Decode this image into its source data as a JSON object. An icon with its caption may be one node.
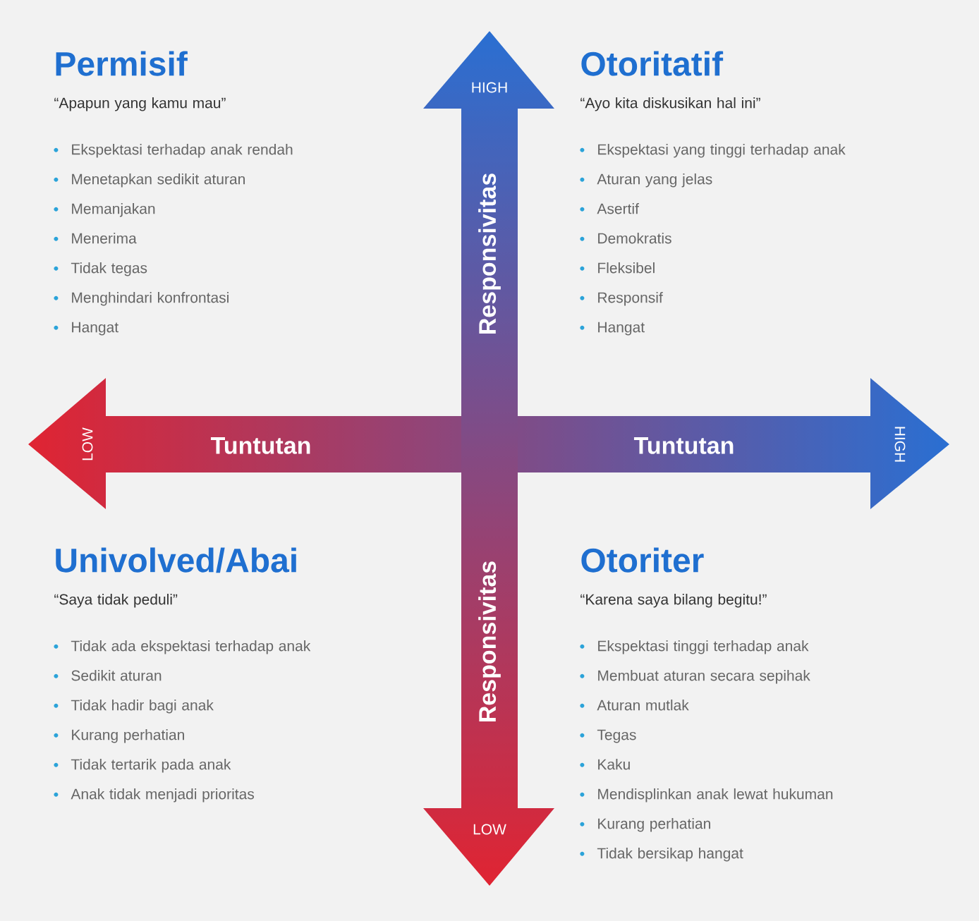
{
  "diagram": {
    "nodes": [
      {
        "text": [
          "Permisif",
          "“Apapun yang kamu mau”",
          "Ekspektasi terhadap anak rendah",
          "Menetapkan sedikit aturan",
          "Memanjakan",
          "Menerima",
          "Tidak tegas",
          "Menghindari konfrontasi",
          "Hangat"
        ]
      },
      {
        "text": [
          "Otoritatif",
          "“Ayo kita diskusikan hal ini”",
          "Ekspektasi yang tinggi terhadap anak",
          "Aturan yang jelas",
          "Asertif",
          "Demokratis",
          "Fleksibel",
          "Responsif",
          "Hangat"
        ]
      },
      {
        "text": [
          "Univolved/Abai",
          "“Saya tidak peduli”",
          "Tidak ada ekspektasi terhadap anak",
          "Sedikit aturan",
          "Tidak hadir bagi anak",
          "Kurang perhatian",
          "Tidak tertarik pada anak",
          "Anak tidak menjadi prioritas"
        ]
      },
      {
        "text": [
          "Otoriter",
          "“Karena saya bilang begitu!”",
          "Ekspektasi tinggi terhadap anak",
          "Membuat aturan secara sepihak",
          "Aturan mutlak",
          "Tegas",
          "Kaku",
          "Mendisplinkan anak lewat hukuman",
          "Kurang perhatian",
          "Tidak bersikap hangat"
        ]
      }
    ],
    "labels": [
      "HIGH",
      "Responsivitas",
      "LOW",
      "Tuntutan",
      "Tuntutan",
      "HIGH",
      "Responsivitas",
      "LOW"
    ]
  }
}
